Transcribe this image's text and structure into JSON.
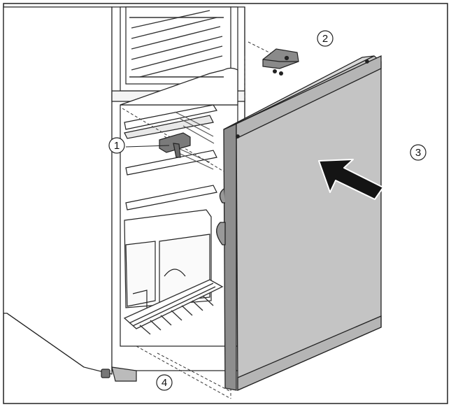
{
  "callouts": [
    {
      "id": "1",
      "label": "1"
    },
    {
      "id": "2",
      "label": "2"
    },
    {
      "id": "3",
      "label": "3"
    },
    {
      "id": "4",
      "label": "4"
    }
  ],
  "colors": {
    "line": "#222222",
    "door": "#c4c4c4",
    "door_edge": "#8e8e8e",
    "cabinet_fill": "#ffffff",
    "shelf_shadow": "#bdbdbd",
    "arrow": "#141414"
  },
  "icons": {
    "hinge": "hinge-bracket-icon",
    "screw": "screw-icon",
    "arrow": "push-arrow-icon"
  }
}
